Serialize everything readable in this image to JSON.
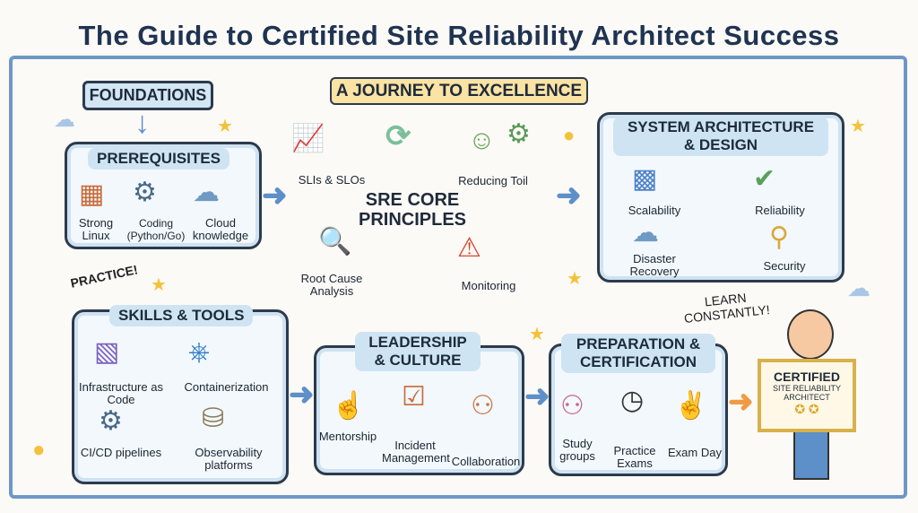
{
  "title": "The Guide to Certified Site Reliability Architect Success",
  "banner": "A JOURNEY TO EXCELLENCE",
  "foundations": {
    "label": "FOUNDATIONS",
    "header": "PREREQUISITES",
    "items": [
      "Strong Linux",
      "Coding (Python/Go)",
      "Cloud knowledge"
    ]
  },
  "core": {
    "title": "SRE CORE PRINCIPLES",
    "items": [
      "SLIs & SLOs",
      "Reducing Toil",
      "Monitoring",
      "Root Cause Analysis"
    ]
  },
  "architecture": {
    "header": "SYSTEM ARCHITECTURE & DESIGN",
    "items": [
      "Scalability",
      "Reliability",
      "Disaster Recovery",
      "Security"
    ]
  },
  "skills": {
    "header": "SKILLS & TOOLS",
    "items": [
      "Infrastructure as Code",
      "Containerization",
      "CI/CD pipelines",
      "Observability platforms"
    ]
  },
  "leadership": {
    "header": "LEADERSHIP & CULTURE",
    "items": [
      "Mentorship",
      "Incident Management",
      "Collaboration"
    ]
  },
  "preparation": {
    "header": "PREPARATION & CERTIFICATION",
    "items": [
      "Study groups",
      "Practice Exams",
      "Exam Day"
    ]
  },
  "certificate": {
    "line1": "CERTIFIED",
    "line2": "SITE RELIABILITY",
    "line3": "ARCHITECT"
  },
  "notes": {
    "practice": "PRACTICE!",
    "learn": "LEARN CONSTANTLY!"
  }
}
